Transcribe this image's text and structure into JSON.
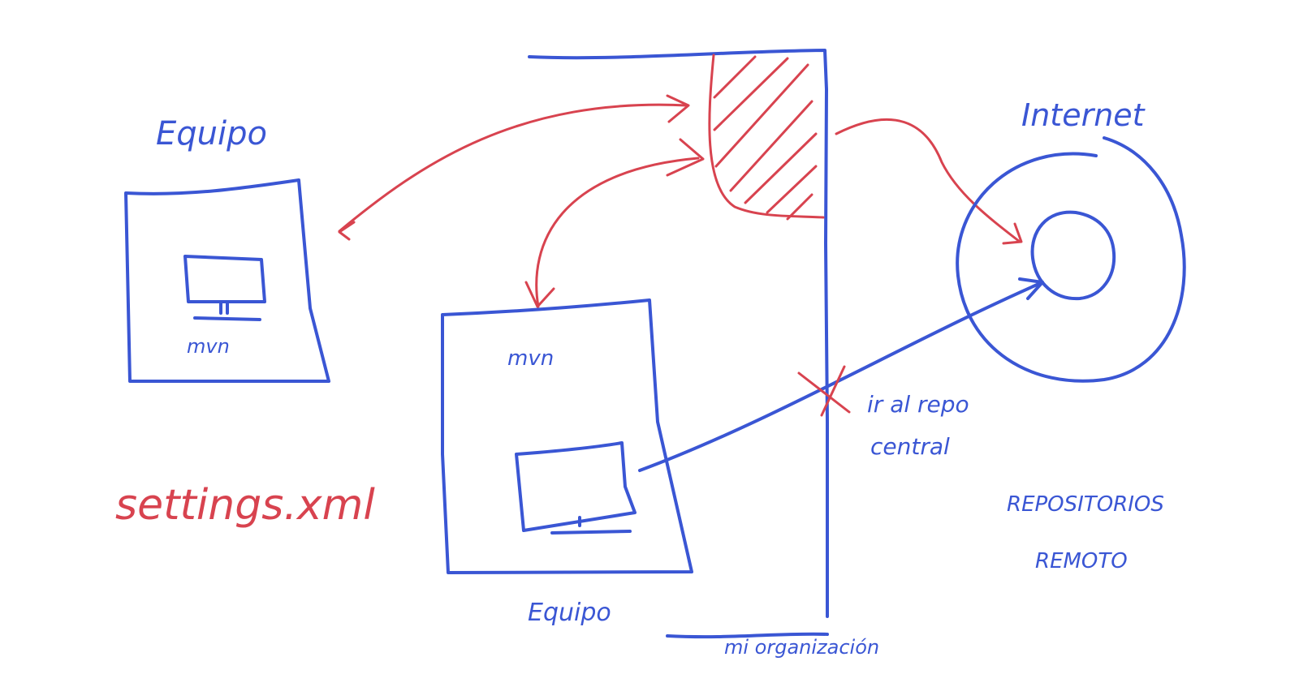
{
  "colors": {
    "ink_blue": "#3a56d4",
    "ink_red": "#d8434f",
    "background": "#ffffff"
  },
  "labels": {
    "equipo_left_title": "Equipo",
    "equipo_left_mvn": "mvn",
    "equipo_center_mvn": "mvn",
    "equipo_center_caption": "Equipo",
    "settings_file": "settings.xml",
    "organization": "mi organización",
    "internet": "Internet",
    "blocked_note_line1": "ir al repo",
    "blocked_note_line2": "central",
    "remote_repos_line1": "REPOSITORIOS",
    "remote_repos_line2": "REMOTO"
  }
}
